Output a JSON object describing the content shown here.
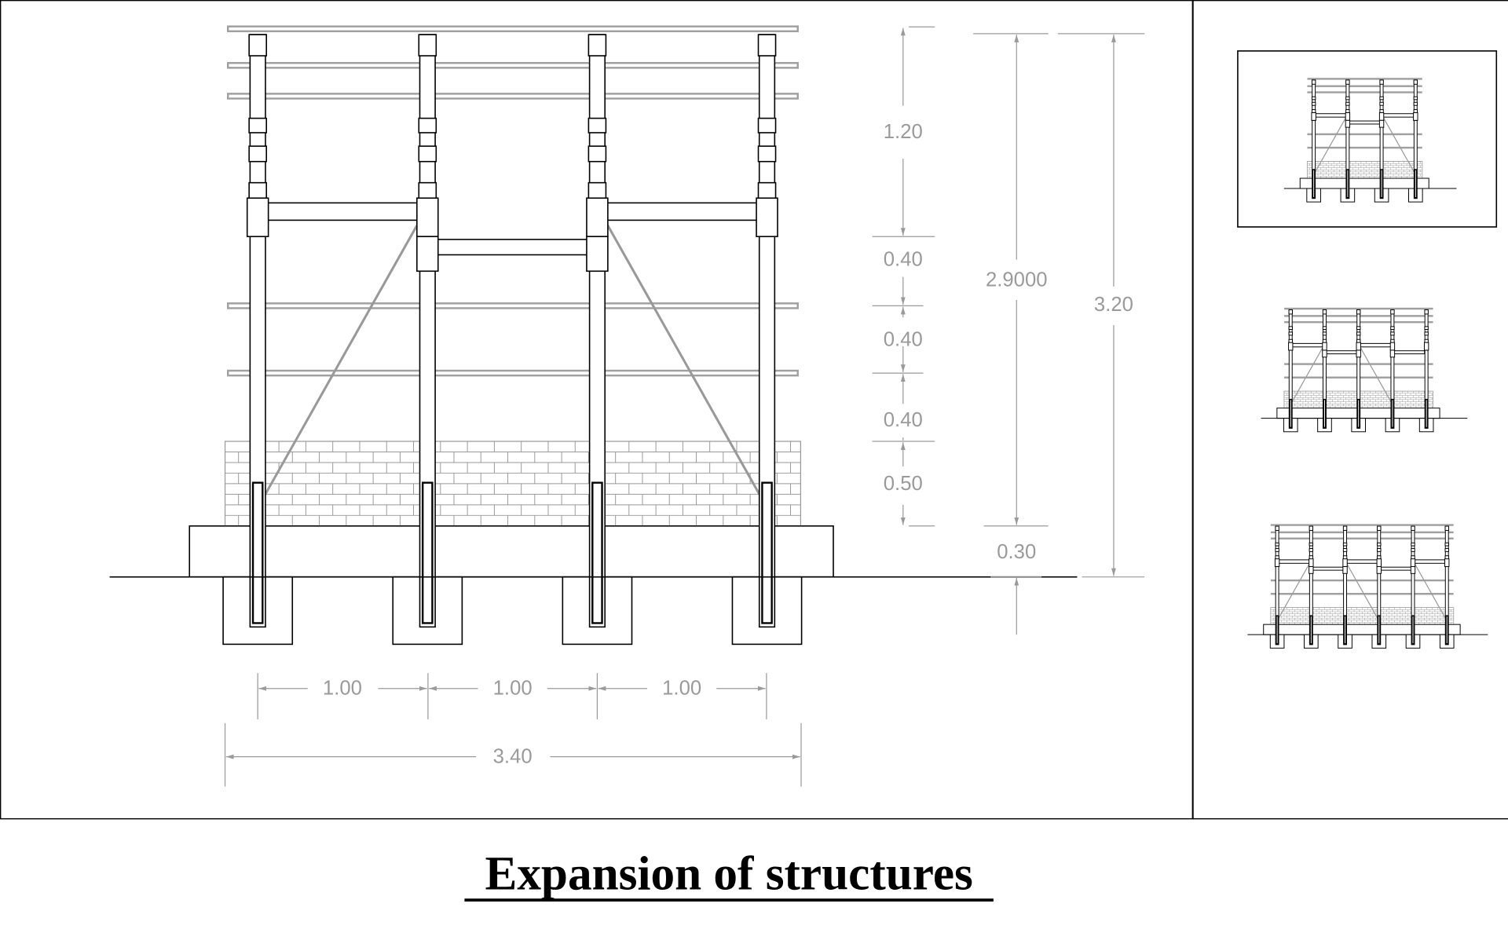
{
  "title": "Expansion of structures",
  "colors": {
    "line": "#000000",
    "dimension": "#9a9a9a",
    "rail": "#a0a0a0",
    "background": "#ffffff"
  },
  "main_elevation": {
    "posts": 4,
    "horizontal_dimensions": [
      "1.00",
      "1.00",
      "1.00"
    ],
    "overall_width": "3.40",
    "vertical_chain": [
      "1.20",
      "0.40",
      "0.40",
      "0.40",
      "0.50"
    ],
    "height_above_slab": "2.9000",
    "slab_height": "0.30",
    "total_height": "3.20"
  },
  "thumbnails": [
    {
      "posts": 4,
      "selected": true
    },
    {
      "posts": 5,
      "selected": false
    },
    {
      "posts": 6,
      "selected": false
    }
  ]
}
